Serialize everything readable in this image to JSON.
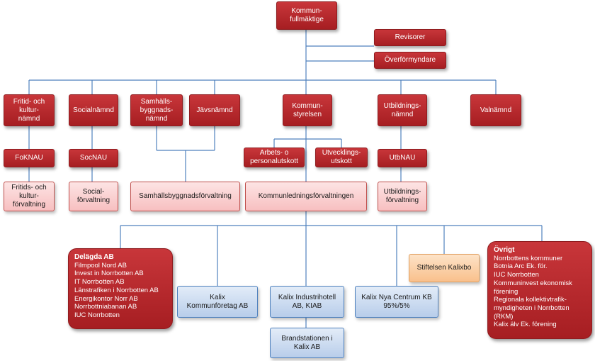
{
  "colors": {
    "red": "#b52a2e",
    "pink": "#f9d0d0",
    "blue": "#c9d9ef",
    "orange": "#fbd1a8",
    "line": "#4f81bd"
  },
  "top": {
    "kommunfullmaktige": "Kommun-\nfullmäktige",
    "revisorer": "Revisorer",
    "overformyndare": "Överförmyndare"
  },
  "namnder": {
    "fritid": "Fritid- och\nkultur-\nnämnd",
    "social": "Socialnämnd",
    "samhalls": "Samhälls-\nbyggnads-\nnämnd",
    "javs": "Jävsnämnd",
    "ks": "Kommun-\nstyrelsen",
    "utb": "Utbildnings-\nnämnd",
    "val": "Valnämnd"
  },
  "nau": {
    "fok": "FoKNAU",
    "soc": "SocNAU",
    "arbets": "Arbets- o\npersonalutskott",
    "utveckling": "Utvecklings-\nutskott",
    "utb": "UtbNAU"
  },
  "forvaltningar": {
    "fritid": "Fritids- och\nkultur-\nförvaltning",
    "social": "Social-\nförvaltning",
    "samhalls": "Samhällsbyggnadsförvaltning",
    "kommunledning": "Kommunledningsförvaltningen",
    "utb": "Utbildnings-\nförvaltning"
  },
  "bolag": {
    "kommunforetag": "Kalix\nKommunföretag AB",
    "industrihotell": "Kalix Industrihotell\nAB, KIAB",
    "brandstation": "Brandstationen i\nKalix AB",
    "nyacentrum": "Kalix Nya Centrum KB\n95%/5%",
    "stiftelsen": "Stiftelsen Kalixbo"
  },
  "delagda": {
    "title": "Delägda AB",
    "items": [
      "Filmpool Nord AB",
      "Invest in Norrbotten AB",
      "IT Norrbotten AB",
      "Länstrafiken i Norrbotten AB",
      "Energikontor Norr AB",
      "Norrbottniabanan AB",
      "IUC Norrbotten"
    ]
  },
  "ovrigt": {
    "title": "Övrigt",
    "items": [
      "Norrbottens kommuner",
      "Botnia Arc Ek. för.",
      "IUC Norrbotten",
      "Kommuninvest ekonomisk förening",
      "Regionala kollektivtrafik-myndigheten i Norrbotten (RKM)",
      "Kalix älv Ek. förening"
    ]
  }
}
